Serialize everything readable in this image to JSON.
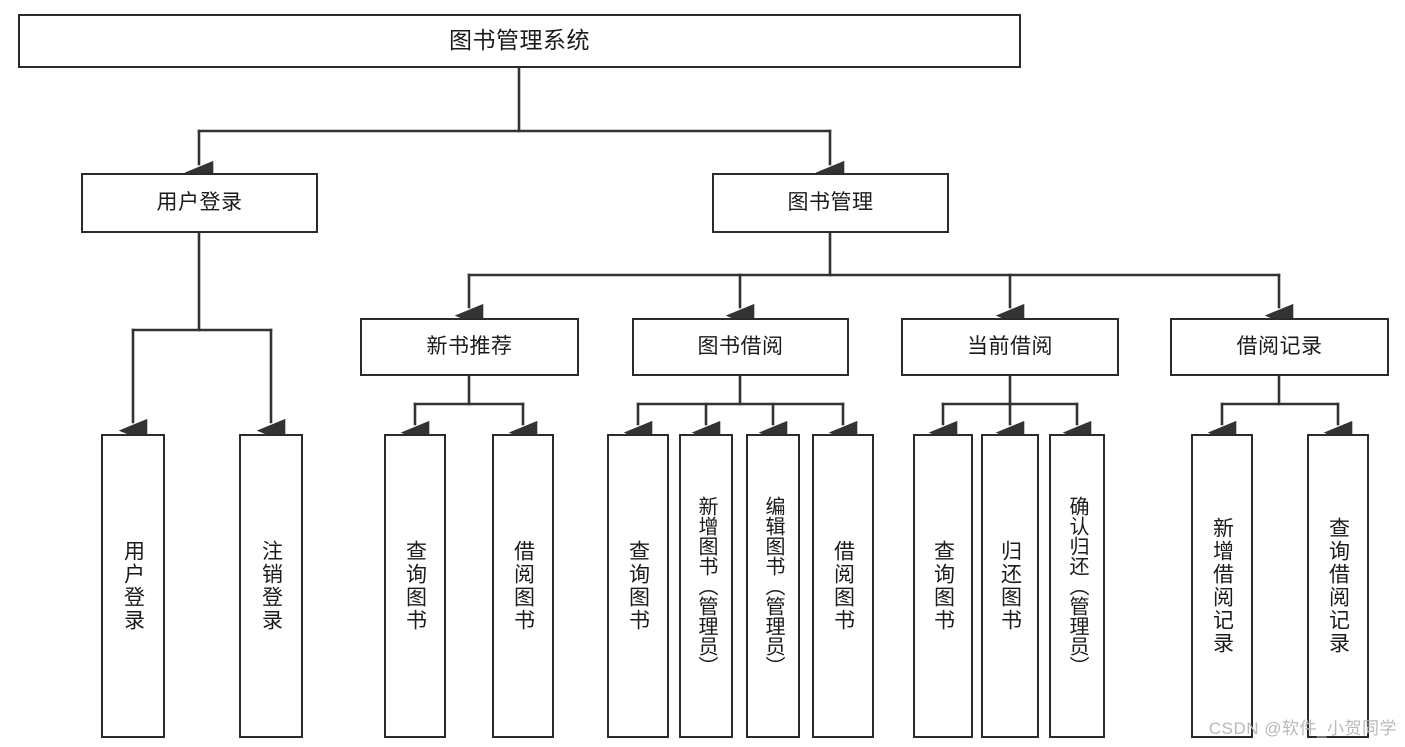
{
  "diagram": {
    "title": "图书管理系统",
    "watermark": "CSDN @软件_小贺同学",
    "colors": {
      "background": "#ffffff",
      "border": "#2b2b2b",
      "connector": "#333333",
      "text": "#1b1b1b",
      "watermark": "#b9b9b9"
    },
    "root": {
      "label": "图书管理系统"
    },
    "level2": [
      {
        "id": "user-login",
        "label": "用户登录"
      },
      {
        "id": "book-management",
        "label": "图书管理"
      }
    ],
    "level3": [
      {
        "id": "new-book-recommend",
        "label": "新书推荐"
      },
      {
        "id": "book-borrow",
        "label": "图书借阅"
      },
      {
        "id": "current-borrow",
        "label": "当前借阅"
      },
      {
        "id": "borrow-record",
        "label": "借阅记录"
      }
    ],
    "leaves": {
      "user_login": [
        {
          "id": "leaf-user-login",
          "label": "用户登录"
        },
        {
          "id": "leaf-logout-login",
          "label": "注销登录"
        }
      ],
      "new_book_recommend": [
        {
          "id": "leaf-query-book-1",
          "label": "查询图书"
        },
        {
          "id": "leaf-borrow-book-1",
          "label": "借阅图书"
        }
      ],
      "book_borrow": [
        {
          "id": "leaf-query-book-2",
          "label": "查询图书"
        },
        {
          "id": "leaf-add-book",
          "label": "新增图书（管理员）"
        },
        {
          "id": "leaf-edit-book",
          "label": "编辑图书（管理员）"
        },
        {
          "id": "leaf-borrow-book-2",
          "label": "借阅图书"
        }
      ],
      "current_borrow": [
        {
          "id": "leaf-query-book-3",
          "label": "查询图书"
        },
        {
          "id": "leaf-return-book",
          "label": "归还图书"
        },
        {
          "id": "leaf-confirm-return",
          "label": "确认归还（管理员）"
        }
      ],
      "borrow_record": [
        {
          "id": "leaf-add-record",
          "label": "新增借阅记录"
        },
        {
          "id": "leaf-query-record",
          "label": "查询借阅记录"
        }
      ]
    }
  }
}
